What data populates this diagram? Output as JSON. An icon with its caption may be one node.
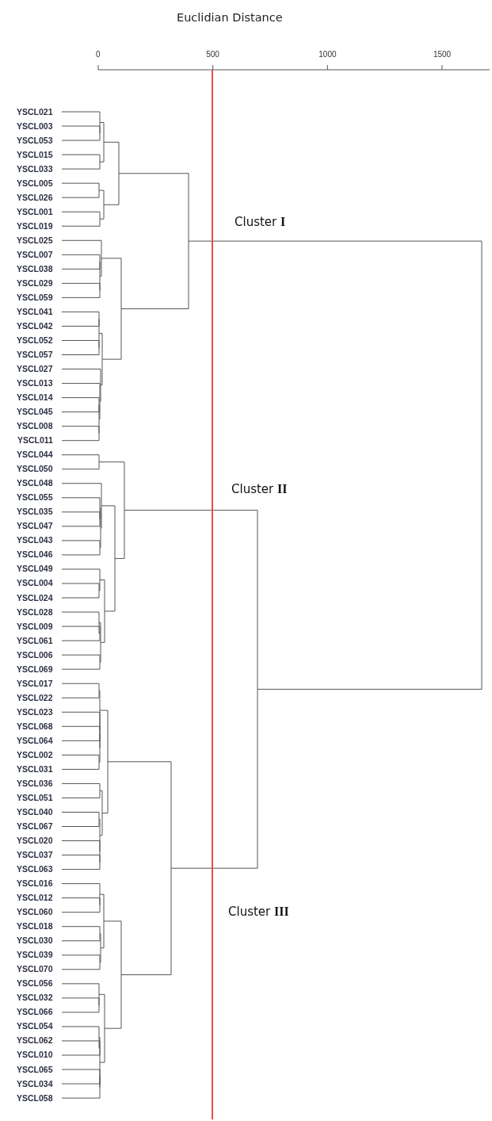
{
  "diagram": {
    "title": "Euclidian Distance",
    "labels": [
      "0",
      "500",
      "1000",
      "1500",
      "YSCL021",
      "YSCL003",
      "YSCL053",
      "YSCL015",
      "YSCL033",
      "YSCL005",
      "YSCL026",
      "YSCL001",
      "YSCL019",
      "YSCL025",
      "YSCL007",
      "YSCL038",
      "YSCL029",
      "YSCL059",
      "YSCL041",
      "YSCL042",
      "YSCL052",
      "YSCL057",
      "YSCL027",
      "YSCL013",
      "YSCL014",
      "YSCL045",
      "YSCL008",
      "YSCL011",
      "YSCL044",
      "YSCL050",
      "YSCL048",
      "YSCL055",
      "YSCL035",
      "YSCL047",
      "YSCL043",
      "YSCL046",
      "YSCL049",
      "YSCL004",
      "YSCL024",
      "YSCL028",
      "YSCL009",
      "YSCL061",
      "YSCL006",
      "YSCL069",
      "YSCL017",
      "YSCL022",
      "YSCL023",
      "YSCL068",
      "YSCL064",
      "YSCL002",
      "YSCL031",
      "YSCL036",
      "YSCL051",
      "YSCL040",
      "YSCL067",
      "YSCL020",
      "YSCL037",
      "YSCL063",
      "YSCL016",
      "YSCL012",
      "YSCL060",
      "YSCL018",
      "YSCL030",
      "YSCL039",
      "YSCL070",
      "YSCL056",
      "YSCL032",
      "YSCL066",
      "YSCL054",
      "YSCL062",
      "YSCL010",
      "YSCL065",
      "YSCL034",
      "YSCL058",
      "Cluster **I**",
      "Cluster **II**",
      "Cluster **III**"
    ]
  }
}
